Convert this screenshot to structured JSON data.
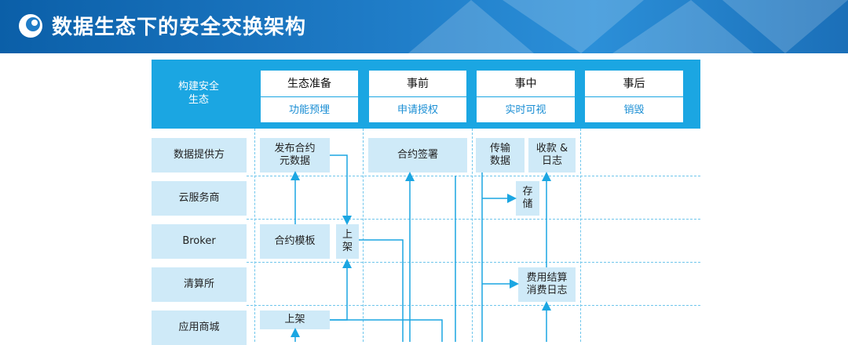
{
  "banner": {
    "title": "数据生态下的安全交换架构"
  },
  "header": {
    "label": "构建安全生态",
    "label_line1": "构建安全",
    "label_line2": "生态",
    "phases": [
      {
        "title": "生态准备",
        "subtitle": "功能预埋"
      },
      {
        "title": "事前",
        "subtitle": "申请授权"
      },
      {
        "title": "事中",
        "subtitle": "实时可视"
      },
      {
        "title": "事后",
        "subtitle": "销毁"
      }
    ]
  },
  "roles": [
    "数据提供方",
    "云服务商",
    "Broker",
    "清算所",
    "应用商城"
  ],
  "boxes": {
    "publish_meta_line1": "发布合约",
    "publish_meta_line2": "元数据",
    "contract_sign": "合约签署",
    "transfer_line1": "传输",
    "transfer_line2": "数据",
    "receipt_line1": "收款 &",
    "receipt_line2": "日志",
    "storage_line1": "存",
    "storage_line2": "储",
    "contract_template": "合约模板",
    "shelf_vertical_line1": "上",
    "shelf_vertical_line2": "架",
    "billing_line1": "费用结算",
    "billing_line2": "消费日志",
    "shelf": "上架"
  },
  "colors": {
    "accent": "#1ba6e2",
    "box_fill": "#cfeaf8",
    "banner": "#1f7cc7"
  }
}
